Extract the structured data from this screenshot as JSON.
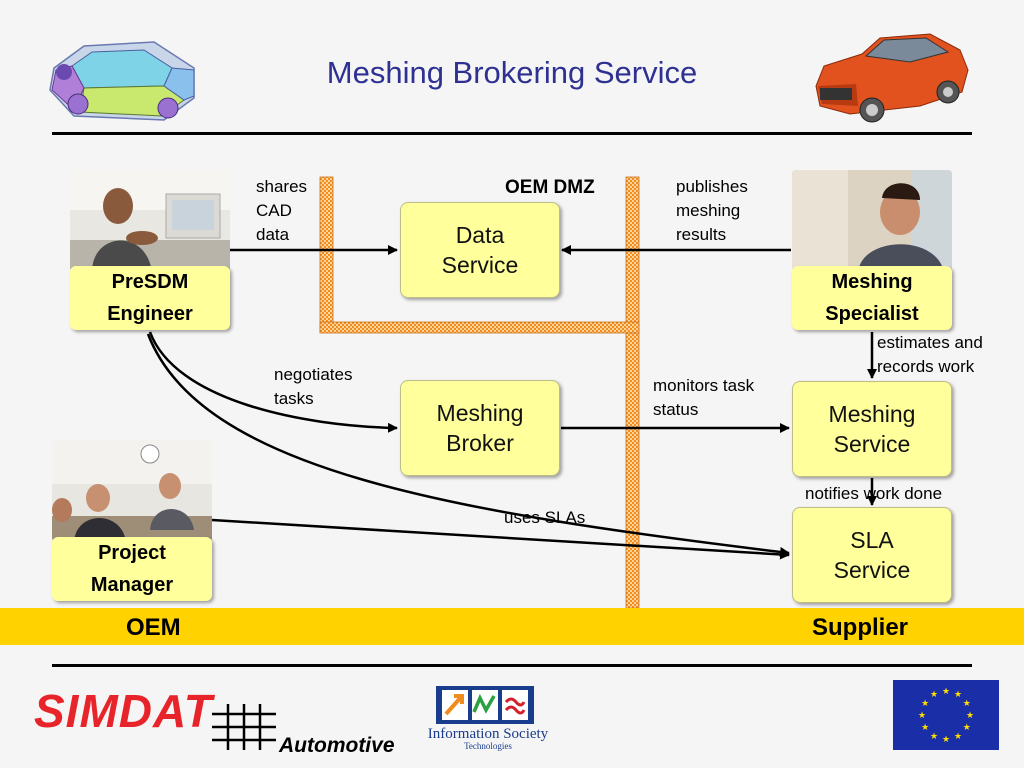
{
  "title": "Meshing Brokering Service",
  "services": {
    "data_service": [
      "Data",
      "Service"
    ],
    "meshing_broker": [
      "Meshing",
      "Broker"
    ],
    "meshing_service": [
      "Meshing",
      "Service"
    ],
    "sla_service": [
      "SLA",
      "Service"
    ]
  },
  "roles": {
    "presdm_engineer": [
      "PreSDM",
      "Engineer"
    ],
    "meshing_specialist": [
      "Meshing",
      "Specialist"
    ],
    "project_manager": [
      "Project",
      "Manager"
    ]
  },
  "zone_label": "OEM DMZ",
  "edge_labels": {
    "shares_cad_data": [
      "shares",
      "CAD",
      "data"
    ],
    "publishes_meshing_results": [
      "publishes",
      "meshing",
      "results"
    ],
    "estimates_records_work": [
      "estimates and",
      "records work"
    ],
    "negotiates_tasks": [
      "negotiates",
      "tasks"
    ],
    "monitors_task_status": [
      "monitors task",
      "status"
    ],
    "notifies_work_done": "notifies work done",
    "uses_slas": "uses SLAs"
  },
  "band": {
    "left": "OEM",
    "right": "Supplier"
  },
  "footer": {
    "simdat": "SIMDAT",
    "automotive": "Automotive",
    "ist_title": "Information Society",
    "ist_sub": "Technologies"
  },
  "colors": {
    "title": "#2e3192",
    "service_fill": "#ffff9c",
    "band": "#ffd200",
    "fence": "#f28c1e",
    "simdat": "#e8242b",
    "eu_blue": "#1a2ea8",
    "eu_star": "#ffdd00"
  },
  "icons": {
    "top_left": "car-wireframe-icon",
    "top_right": "red-car-icon",
    "simdat_grid": "grid-icon",
    "ist_logo": "information-society-logo",
    "eu_flag": "eu-flag-icon"
  }
}
